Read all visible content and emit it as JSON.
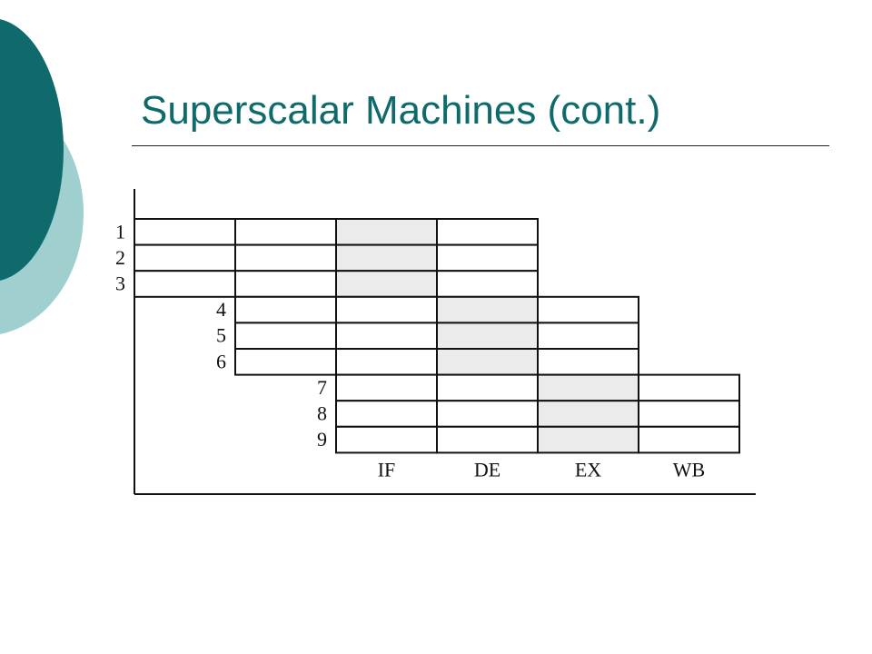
{
  "slide": {
    "title": "Superscalar Machines (cont.)"
  },
  "diagram": {
    "stages": [
      "IF",
      "DE",
      "EX",
      "WB"
    ],
    "instructions": [
      "1",
      "2",
      "3",
      "4",
      "5",
      "6",
      "7",
      "8",
      "9"
    ],
    "issue_width": 3,
    "highlighted_stage_index": 2,
    "highlight_color": "#ebebeb",
    "line_color": "#111111"
  },
  "theme": {
    "title_color": "#0f6b6b",
    "circle_dark": "#0f6b6b",
    "circle_light": "#9fcfcf"
  }
}
